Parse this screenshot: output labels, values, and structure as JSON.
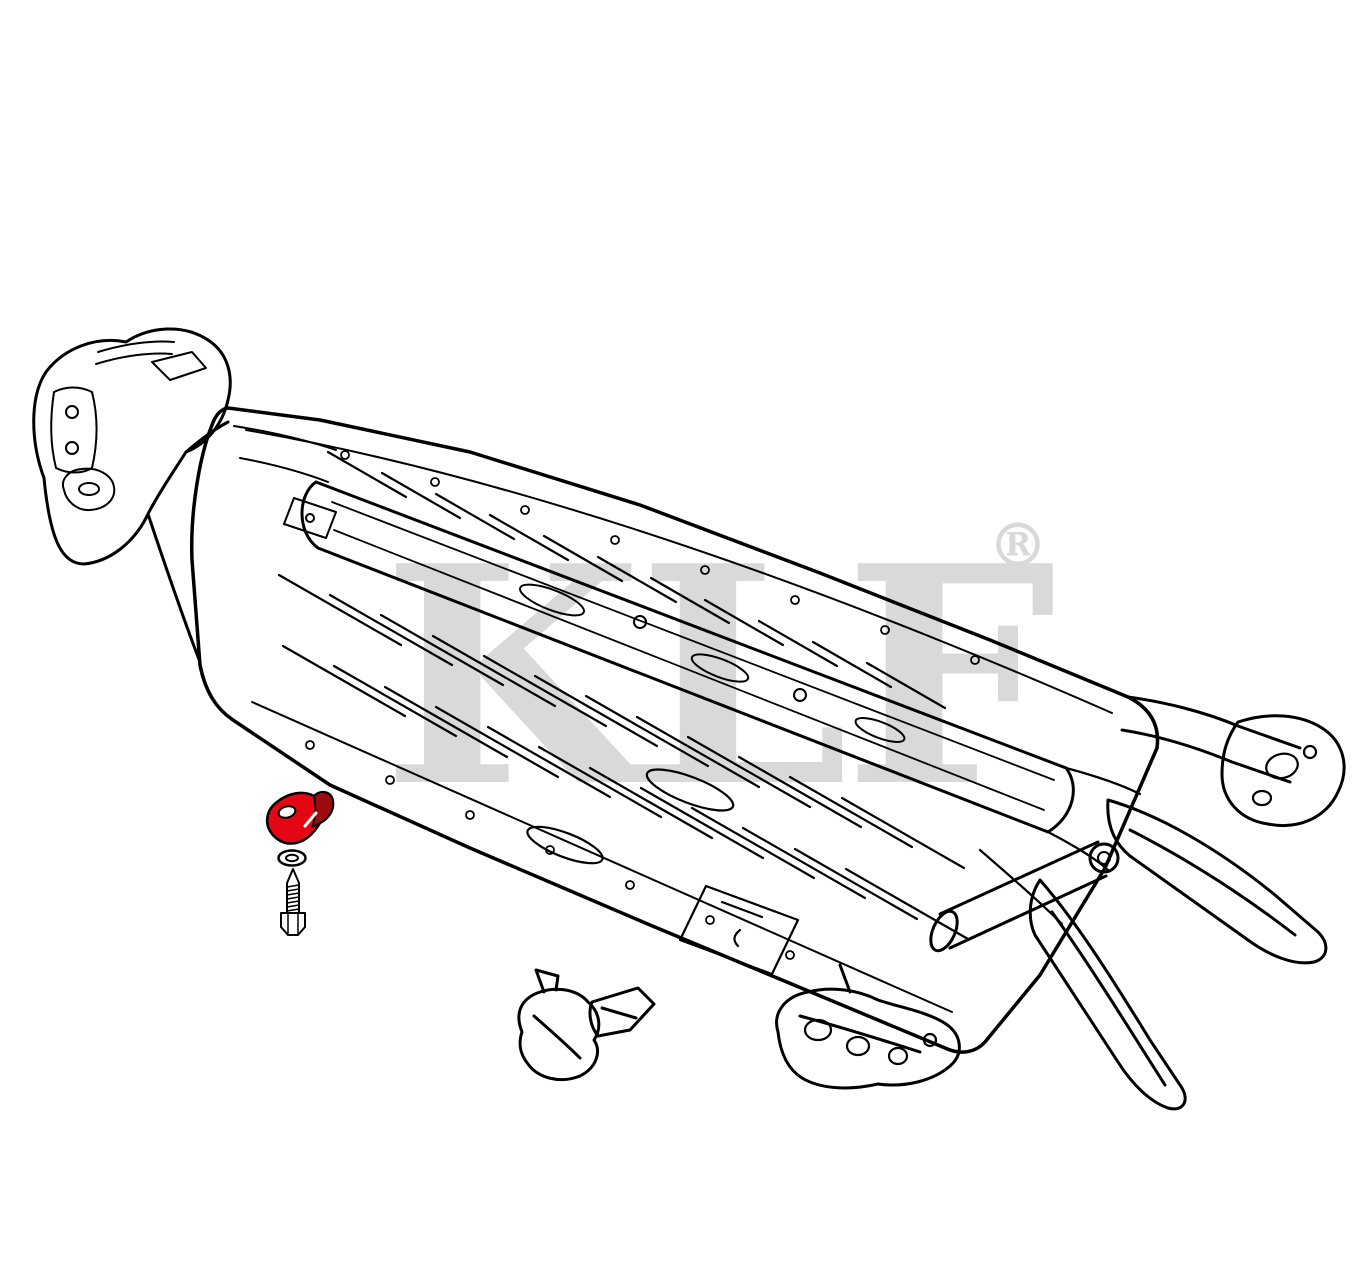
{
  "watermark": {
    "text": "KLF",
    "registered_mark": "®",
    "color": "#d9d9d9"
  },
  "diagram": {
    "kind": "technical-parts-illustration",
    "subject": "floor-pan-chassis",
    "background_color": "#ffffff",
    "line_color": "#000000",
    "highlight_color": "#e30613",
    "highlight_shadow_color": "#9e0b0f",
    "parts": [
      {
        "id": "floor-pan-chassis",
        "highlighted": false
      },
      {
        "id": "mounting-clamp",
        "highlighted": true
      },
      {
        "id": "washer",
        "highlighted": false
      },
      {
        "id": "hex-bolt",
        "highlighted": false
      }
    ]
  }
}
